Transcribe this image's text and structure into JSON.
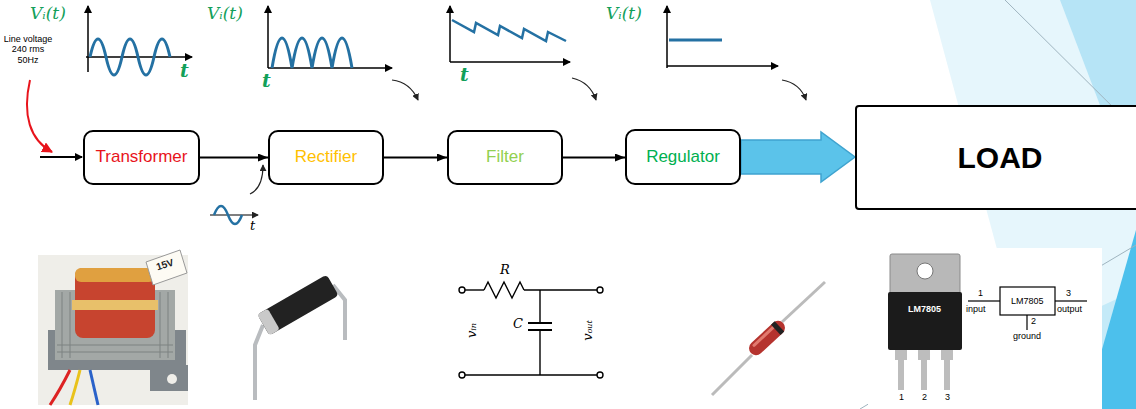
{
  "diagram": {
    "nodes": [
      {
        "text": [
          "Transformer"
        ]
      },
      {
        "text": [
          "Rectifier"
        ]
      },
      {
        "text": [
          "Filter"
        ]
      },
      {
        "text": [
          "Regulator"
        ]
      },
      {
        "text": [
          "LOAD"
        ]
      }
    ],
    "edges": [
      {
        "from": 0,
        "to": 1,
        "arrow": "to"
      },
      {
        "from": 1,
        "to": 2,
        "arrow": "to"
      },
      {
        "from": 2,
        "to": 3,
        "arrow": "to"
      },
      {
        "from": 3,
        "to": 4,
        "arrow": "to"
      }
    ],
    "labels": [
      "Vᵢ(t)",
      "Line voltage 240 rms 50Hz",
      "t",
      "Vᵢ(t)",
      "t",
      "t",
      "Vᵢ(t)",
      "t",
      "15V",
      "R",
      "vᵢₙ",
      "C",
      "vₒᵤₜ",
      "LM7805",
      "1",
      "2",
      "3",
      "1",
      "input",
      "LM7805",
      "3",
      "output",
      "2",
      "ground"
    ]
  }
}
